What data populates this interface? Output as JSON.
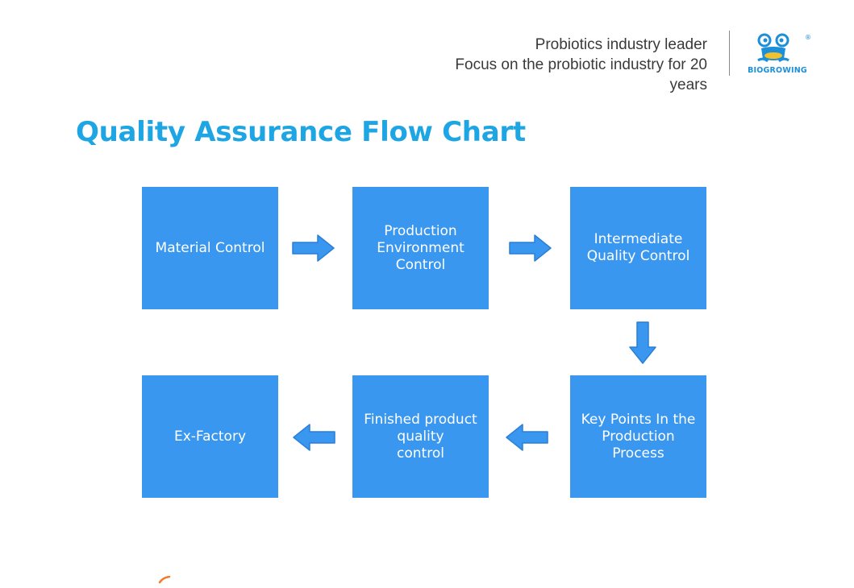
{
  "header": {
    "tagline_line1": "Probiotics industry leader",
    "tagline_line2": "Focus on the probiotic industry for 20",
    "tagline_line3": "years",
    "logo_text": "BIOGROWING",
    "registered_mark": "®"
  },
  "page_title": "Quality Assurance Flow Chart",
  "flow": {
    "steps": [
      {
        "label_lines": [
          "Material Control"
        ]
      },
      {
        "label_lines": [
          "Production",
          "Environment",
          "Control"
        ]
      },
      {
        "label_lines": [
          "Intermediate",
          "Quality Control"
        ]
      },
      {
        "label_lines": [
          "Key Points In the",
          "Production",
          "Process"
        ]
      },
      {
        "label_lines": [
          "Finished product",
          "quality",
          "control"
        ]
      },
      {
        "label_lines": [
          "Ex-Factory"
        ]
      }
    ],
    "arrows": [
      "right",
      "right",
      "down",
      "left",
      "left"
    ]
  },
  "colors": {
    "box_fill": "#3a97f0",
    "arrow_fill": "#3a97f0",
    "arrow_stroke": "#2a7fd6",
    "title": "#1ea5e4",
    "logo": "#1d8fd8",
    "logo_accent": "#f2c12e",
    "corner_mark": "#f07b2c"
  }
}
